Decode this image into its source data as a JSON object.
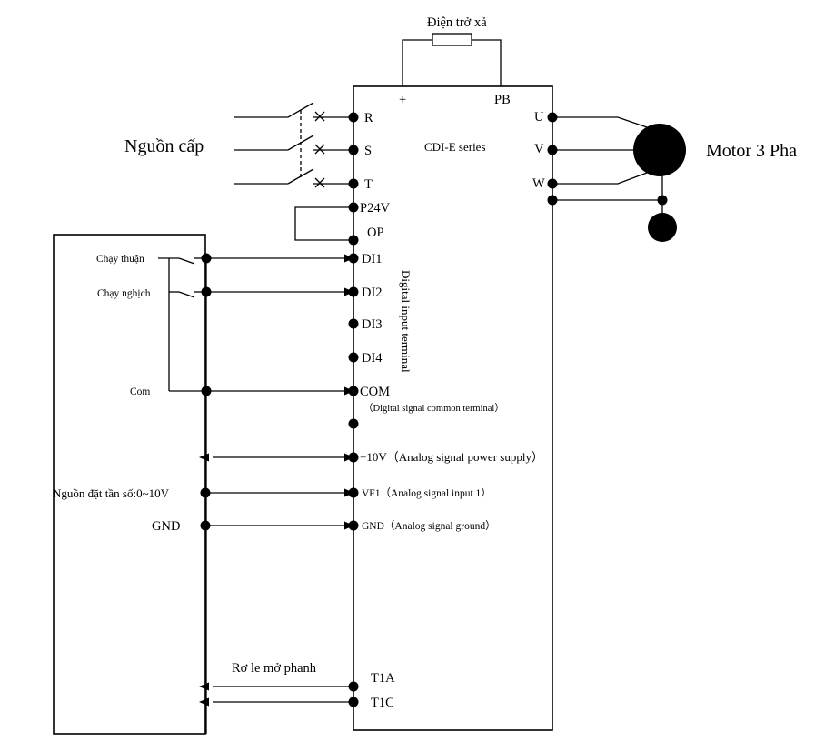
{
  "labels": {
    "brake_resistor": "Điện trở xả",
    "plus": "+",
    "pb": "PB",
    "power_source": "Nguồn cấp",
    "series": "CDI-E series",
    "motor": "Motor 3 Pha",
    "forward_run": "Chạy thuận",
    "reverse_run": "Chạy nghịch",
    "com_left": "Com",
    "freq_source": "Nguồn đặt tần số:0~10V",
    "gnd_left": "GND",
    "brake_relay": "Rơ le mở phanh",
    "digital_input_terminal": "Digital input terminal"
  },
  "terminals": {
    "r": "R",
    "s": "S",
    "t": "T",
    "p24v": "P24V",
    "op": "OP",
    "di1": "DI1",
    "di2": "DI2",
    "di3": "DI3",
    "di4": "DI4",
    "com": "COM",
    "com_desc": "（Digital signal common terminal）",
    "plus10v": "+10V（Analog signal power supply）",
    "vf1": "VF1（Analog signal input 1）",
    "gnd": "GND（Analog signal ground）",
    "t1a": "T1A",
    "t1c": "T1C",
    "u": "U",
    "v": "V",
    "w": "W"
  }
}
